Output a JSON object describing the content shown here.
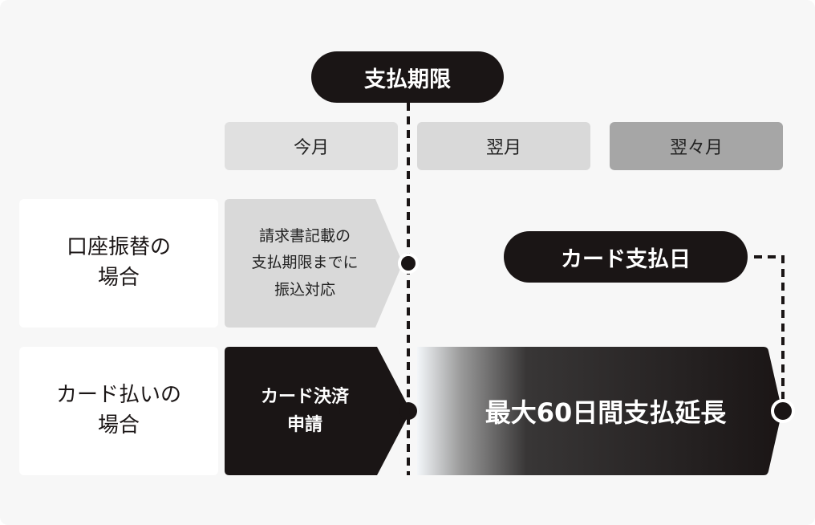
{
  "deadline_label": "支払期限",
  "months": [
    "今月",
    "翌月",
    "翌々月"
  ],
  "rows": {
    "bank_transfer": {
      "label_lines": [
        "口座振替の",
        "場合"
      ],
      "step_lines": [
        "請求書記載の",
        "支払期限までに",
        "振込対応"
      ]
    },
    "card_payment": {
      "label_lines": [
        "カード払いの",
        "場合"
      ],
      "step_lines": [
        "カード決済",
        "申請"
      ],
      "extension_label": "最大60日間支払延長"
    }
  },
  "card_payment_date_label": "カード支払日",
  "colors": {
    "dark": "#1a1515",
    "month_light": "#e0e0e0",
    "month_mid": "#d9d9d9",
    "month_dark": "#a6a6a6",
    "step_grey": "#d9d9d9"
  }
}
